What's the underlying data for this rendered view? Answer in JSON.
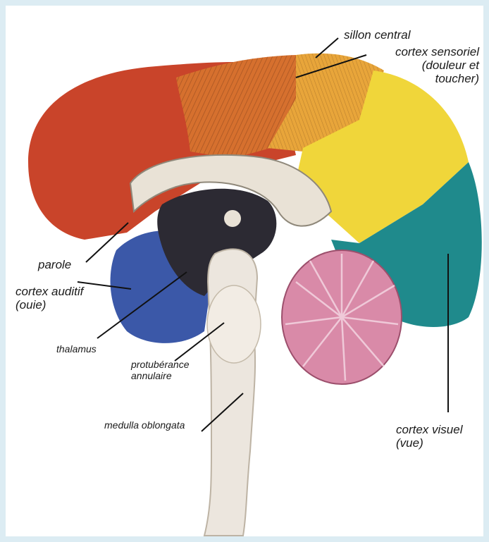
{
  "labels": {
    "sillon_central": "sillon central",
    "cortex_sensoriel_l1": "cortex sensoriel",
    "cortex_sensoriel_l2": "(douleur et",
    "cortex_sensoriel_l3": "toucher)",
    "parole": "parole",
    "cortex_auditif_l1": "cortex auditif",
    "cortex_auditif_l2": "(ouie)",
    "thalamus": "thalamus",
    "protuberance_l1": "protubérance",
    "protuberance_l2": "annulaire",
    "medulla": "medulla oblongata",
    "cortex_visuel_l1": "cortex visuel",
    "cortex_visuel_l2": "(vue)"
  },
  "colors": {
    "frontal_lobe": "#c9442a",
    "motor_strip": "#d6702e",
    "sensory_cortex": "#e8a53a",
    "parietal_lobe": "#f0d63a",
    "occipital_lobe": "#1f8a8c",
    "temporal_lobe": "#3b58a8",
    "cerebellum": "#d98aa8",
    "brainstem": "#ece6de",
    "ventricles": "#2c2a33",
    "background": "#dcecf3"
  }
}
